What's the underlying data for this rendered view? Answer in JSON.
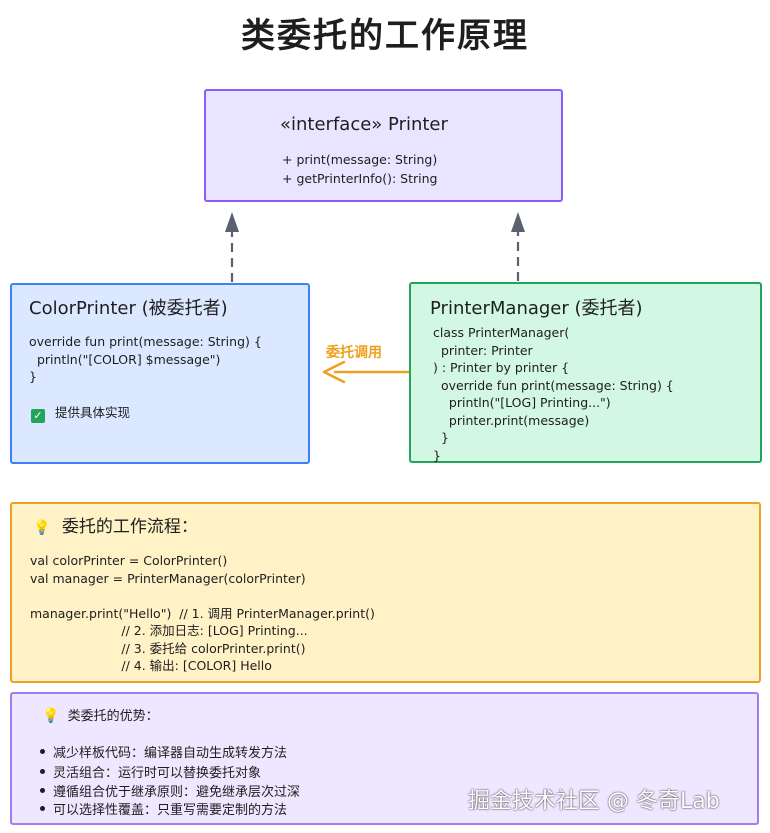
{
  "title": "类委托的工作原理",
  "interface_box": {
    "title": "«interface» Printer",
    "methods": [
      "+ print(message: String)",
      "+ getPrinterInfo(): String"
    ]
  },
  "color_printer": {
    "title": "ColorPrinter (被委托者)",
    "code": "override fun print(message: String) {\n  println(\"[COLOR] $message\")\n}",
    "note": "提供具体实现"
  },
  "printer_manager": {
    "title": "PrinterManager (委托者)",
    "code": "class PrinterManager(\n  printer: Printer\n) : Printer by printer {\n  override fun print(message: String) {\n    println(\"[LOG] Printing...\")\n    printer.print(message)\n  }\n}"
  },
  "arrow_label": "委托调用",
  "flow": {
    "title": "委托的工作流程：",
    "code": "val colorPrinter = ColorPrinter()\nval manager = PrinterManager(colorPrinter)\n\nmanager.print(\"Hello\")  // 1. 调用 PrinterManager.print()\n                       // 2. 添加日志: [LOG] Printing...\n                       // 3. 委托给 colorPrinter.print()\n                       // 4. 输出: [COLOR] Hello"
  },
  "advantages": {
    "title": "类委托的优势：",
    "items": [
      "减少样板代码：编译器自动生成转发方法",
      "灵活组合：运行时可以替换委托对象",
      "遵循组合优于继承原则：避免继承层次过深",
      "可以选择性覆盖：只重写需要定制的方法"
    ]
  },
  "watermark": "掘金技术社区 @ 冬奇Lab",
  "colors": {
    "interface_fill": "#e9e4ff",
    "interface_stroke": "#8b5cf6",
    "color_fill": "#dbe8ff",
    "color_stroke": "#3b82f6",
    "manager_fill": "#d2f7e3",
    "manager_stroke": "#22a55a",
    "flow_fill": "#fff2c6",
    "flow_stroke": "#f0a020",
    "adv_fill": "#efe6ff",
    "adv_stroke": "#a27bf0",
    "arrow": "#f0a020",
    "dashed_arrow": "#5a6270"
  }
}
